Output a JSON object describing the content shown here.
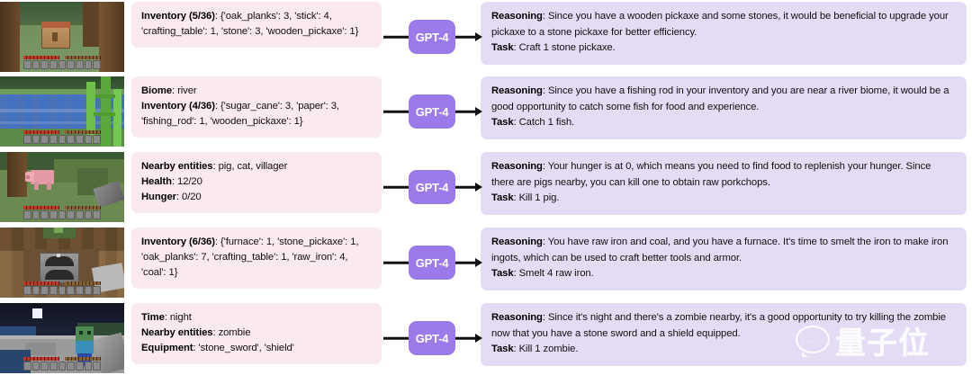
{
  "node": {
    "label": "GPT-4",
    "color": "#9b7bea"
  },
  "colors": {
    "observation_bg": "#fbe9f0",
    "reasoning_bg": "#e4dcf5",
    "arrow": "#111111"
  },
  "watermark": {
    "text": "量子位",
    "dots": "..."
  },
  "rows": [
    {
      "scene": "minecraft-forest-crafting-table",
      "observation": [
        {
          "key": "Inventory (5/36)",
          "value": "{'oak_planks': 3, 'stick': 4, 'crafting_table': 1, 'stone': 3, 'wooden_pickaxe': 1}"
        }
      ],
      "reasoning": {
        "key": "Reasoning",
        "value": "Since you have a wooden pickaxe and some stones, it would be beneficial to upgrade your pickaxe to a stone pickaxe for better efficiency.",
        "task_key": "Task",
        "task_value": "Craft 1 stone pickaxe."
      }
    },
    {
      "scene": "minecraft-river-sugarcane",
      "observation": [
        {
          "key": "Biome",
          "value": "river"
        },
        {
          "key": "Inventory (4/36)",
          "value": "{'sugar_cane': 3, 'paper': 3, 'fishing_rod': 1, 'wooden_pickaxe': 1}"
        }
      ],
      "reasoning": {
        "key": "Reasoning",
        "value": "Since you have a fishing rod in your inventory and you are near a river biome, it would be a good opportunity to catch some fish for food and experience.",
        "task_key": "Task",
        "task_value": "Catch 1 fish."
      }
    },
    {
      "scene": "minecraft-forest-pig",
      "observation": [
        {
          "key": "Nearby entities",
          "value": "pig, cat, villager"
        },
        {
          "key": "Health",
          "value": "12/20"
        },
        {
          "key": "Hunger",
          "value": "0/20"
        }
      ],
      "reasoning": {
        "key": "Reasoning",
        "value": "Your hunger is at 0, which means you need to find food to replenish your hunger. Since there are pigs nearby, you can kill one to obtain raw porkchops.",
        "task_key": "Task",
        "task_value": "Kill 1 pig."
      }
    },
    {
      "scene": "minecraft-cave-furnace",
      "observation": [
        {
          "key": "Inventory (6/36)",
          "value": "{'furnace': 1, 'stone_pickaxe': 1, 'oak_planks': 7, 'crafting_table': 1, 'raw_iron': 4, 'coal': 1}"
        }
      ],
      "reasoning": {
        "key": "Reasoning",
        "value": "You have raw iron and coal, and you have a furnace. It's time to smelt the iron to make iron ingots, which can be used to craft better tools and armor.",
        "task_key": "Task",
        "task_value": "Smelt 4 raw iron."
      }
    },
    {
      "scene": "minecraft-night-zombie",
      "observation": [
        {
          "key": "Time",
          "value": "night"
        },
        {
          "key": "Nearby entities",
          "value": "zombie"
        },
        {
          "key": "Equipment",
          "value": "'stone_sword', 'shield'"
        }
      ],
      "reasoning": {
        "key": "Reasoning",
        "value": "Since it's night and there's a zombie nearby, it's a good opportunity to try killing the zombie now that you have a stone sword and a shield equipped.",
        "task_key": "Task",
        "task_value": "Kill 1 zombie."
      }
    }
  ]
}
